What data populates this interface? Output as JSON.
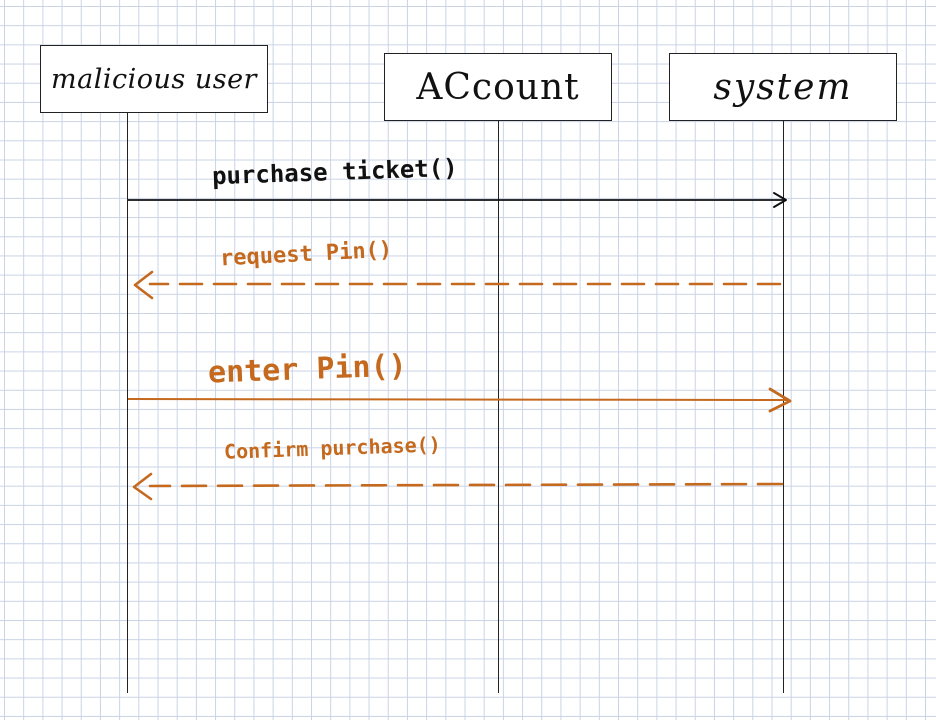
{
  "diagram": {
    "participants": [
      {
        "id": "user",
        "label": "malicious user"
      },
      {
        "id": "account",
        "label": "ACcount"
      },
      {
        "id": "system",
        "label": "system"
      }
    ],
    "messages": [
      {
        "label": "purchase ticket()",
        "from": "user",
        "to": "system",
        "style": "solid",
        "color": "#111111"
      },
      {
        "label": "request Pin()",
        "from": "system",
        "to": "user",
        "style": "dashed",
        "color": "#c4691d"
      },
      {
        "label": "enter Pin()",
        "from": "user",
        "to": "system",
        "style": "solid",
        "color": "#c4691d"
      },
      {
        "label": "Confirm purchase()",
        "from": "system",
        "to": "user",
        "style": "dashed",
        "color": "#c4691d"
      }
    ],
    "colors": {
      "ink": "#111111",
      "accent": "#c4691d",
      "grid": "#c9d3e6"
    }
  }
}
